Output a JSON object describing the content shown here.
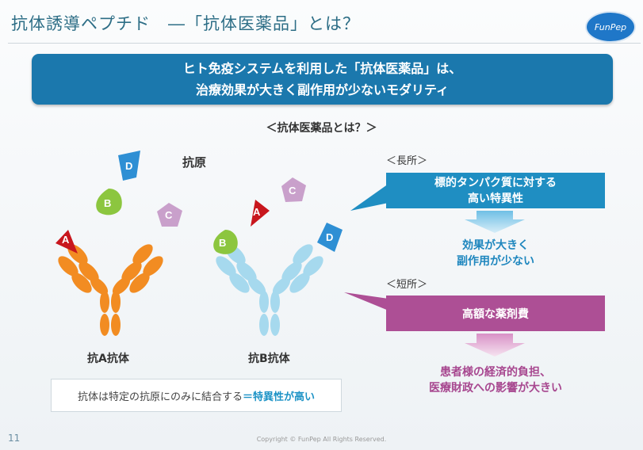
{
  "header": {
    "title": "抗体誘導ペプチド　―「抗体医薬品」とは？",
    "logo_text": "FunPep"
  },
  "banner": {
    "line1": "ヒト免疫システムを利用した「抗体医薬品」は、",
    "line2": "治療効果が大きく副作用が少ないモダリティ"
  },
  "subtitle": "＜抗体医薬品とは？＞",
  "diagram": {
    "antigen_label": "抗原",
    "antigens": [
      "A",
      "B",
      "C",
      "D"
    ],
    "antibody_a_label": "抗A抗体",
    "antibody_b_label": "抗B抗体",
    "note_prefix": "抗体は特定の抗原にのみに結合する",
    "note_highlight": "＝特異性が高い"
  },
  "pros": {
    "label": "＜長所＞",
    "box_line1": "標的タンパク質に対する",
    "box_line2": "高い特異性",
    "result_line1": "効果が大きく",
    "result_line2": "副作用が少ない"
  },
  "cons": {
    "label": "＜短所＞",
    "box": "高額な薬剤費",
    "result_line1": "患者様の経済的負担、",
    "result_line2": "医療財政への影響が大きい"
  },
  "footer": {
    "page_number": "11",
    "copyright": "Copyright ©  FunPep All Rights Reserved."
  },
  "colors": {
    "title": "#2d6e86",
    "banner": "#1b78ad",
    "antibody_a": "#f28c22",
    "antibody_b": "#a6d9ee",
    "antigen_a": "#c8161d",
    "antigen_b": "#8cc63f",
    "antigen_c": "#c9a0cb",
    "antigen_d": "#2e8fd4",
    "pros_box": "#1f8ec2",
    "cons_box": "#ad4f95"
  }
}
